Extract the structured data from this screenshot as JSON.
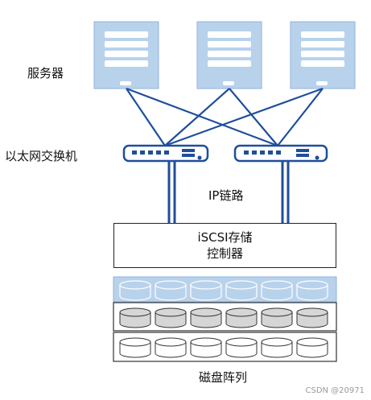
{
  "labels": {
    "servers": "服务器",
    "switches": "以太网交换机",
    "ip_link": "IP链路",
    "controller_line1": "iSCSI存储",
    "controller_line2": "控制器",
    "disk_array": "磁盘阵列"
  },
  "watermark": "CSDN @20971",
  "colors": {
    "server_fill": "#b9d2ec",
    "server_outline": "#4a86c4",
    "line": "#1f4e9c",
    "disk_row1": "#b9d2ec",
    "disk_row2": "#d6d6d6",
    "disk_row3": "#ffffff"
  },
  "counts": {
    "servers": 3,
    "switches": 2,
    "disks_per_row": 6
  }
}
